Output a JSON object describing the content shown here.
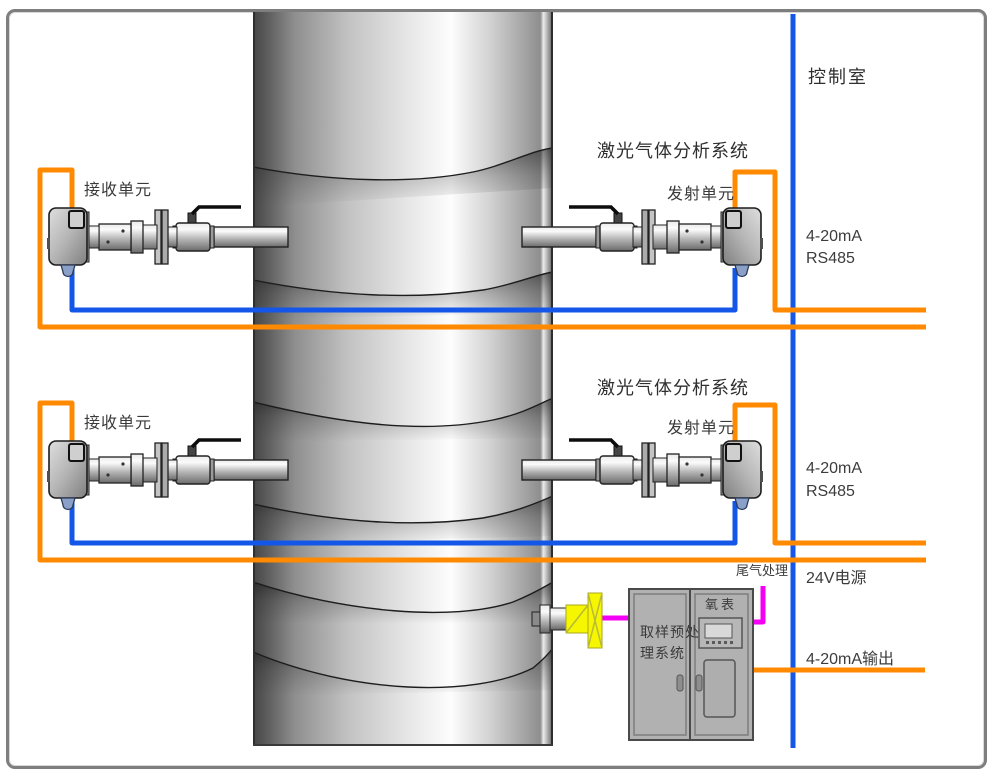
{
  "control_room_label": "控制室",
  "systems": [
    {
      "title": "激光气体分析系统",
      "receiver_label": "接收单元",
      "transmitter_label": "发射单元",
      "signal_lines": [
        "4-20mA",
        "RS485"
      ]
    },
    {
      "title": "激光气体分析系统",
      "receiver_label": "接收单元",
      "transmitter_label": "发射单元",
      "signal_lines": [
        "4-20mA",
        "RS485"
      ]
    }
  ],
  "power_label": "24V电源",
  "output_label": "4-20mA输出",
  "tail_gas_label": "尾气处理",
  "cabinet": {
    "left_door_label": "取样预处理系统",
    "meter_label": "氧表"
  },
  "colors": {
    "wire_orange": "#ff8a00",
    "wire_blue": "#1356e8",
    "wire_magenta": "#f400f4",
    "probe_yellow": "#f6f600"
  }
}
